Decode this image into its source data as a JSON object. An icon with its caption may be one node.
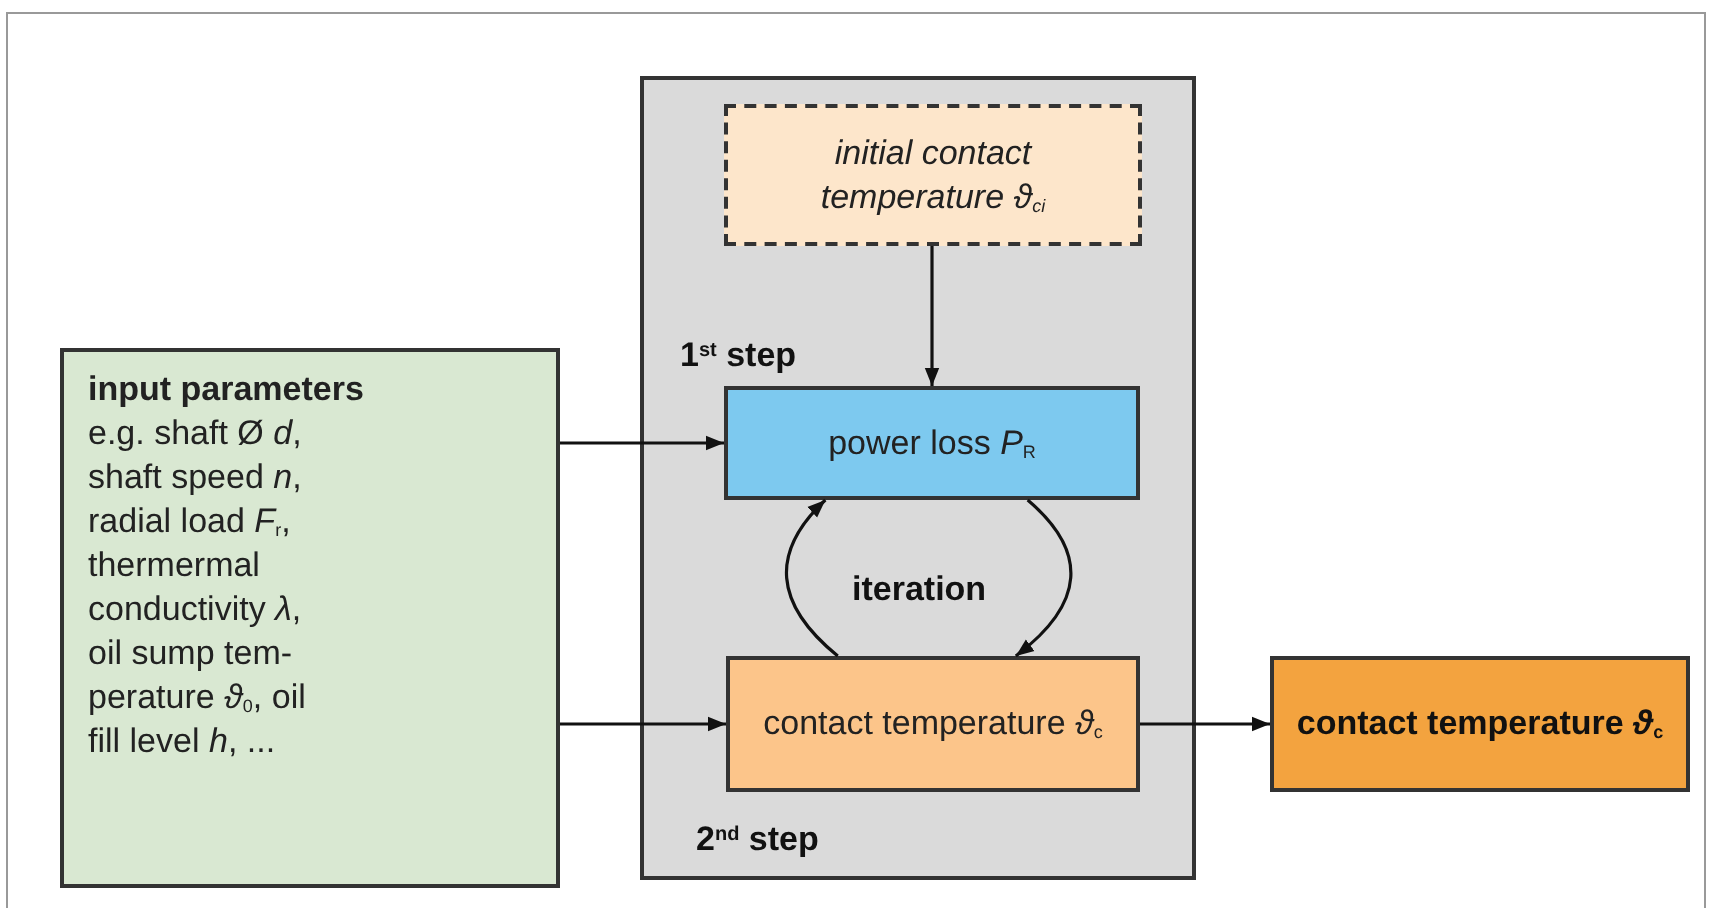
{
  "diagram": {
    "nodes": [
      {
        "text": [
          "input parameters",
          "e.g. shaft Ø *d*, shaft speed *n*, radial load *F*$_{r}$, thermermal conductivity *λ*, oil sump tem- perature *ϑ*$_{0}$, oil fill level *h*, ..."
        ]
      },
      {
        "text": [
          "1$^{st}$ step",
          "2$^{nd}$ step"
        ]
      },
      {
        "text": [
          "initial contact temperature *ϑ*$_{ci}$"
        ],
        "in": 1
      },
      {
        "text": [
          "power loss *P*$_{R}$"
        ],
        "in": 1
      },
      {
        "text": [
          "contact temperature *ϑ*$_{c}$"
        ],
        "in": 1
      },
      {
        "text": [
          "contact temperature *ϑ*$_{c}$"
        ]
      }
    ],
    "edges": [
      {
        "from": 2,
        "to": 3,
        "arrow": "to"
      },
      {
        "from": 0,
        "to": 3,
        "arrow": "to"
      },
      {
        "from": 0,
        "to": 4,
        "arrow": "to"
      },
      {
        "from": 4,
        "to": 3,
        "arrow": "to"
      },
      {
        "from": 3,
        "to": 4,
        "arrow": "to"
      },
      {
        "from": 4,
        "to": 5,
        "arrow": "to"
      }
    ],
    "labels": [
      "iteration"
    ]
  }
}
